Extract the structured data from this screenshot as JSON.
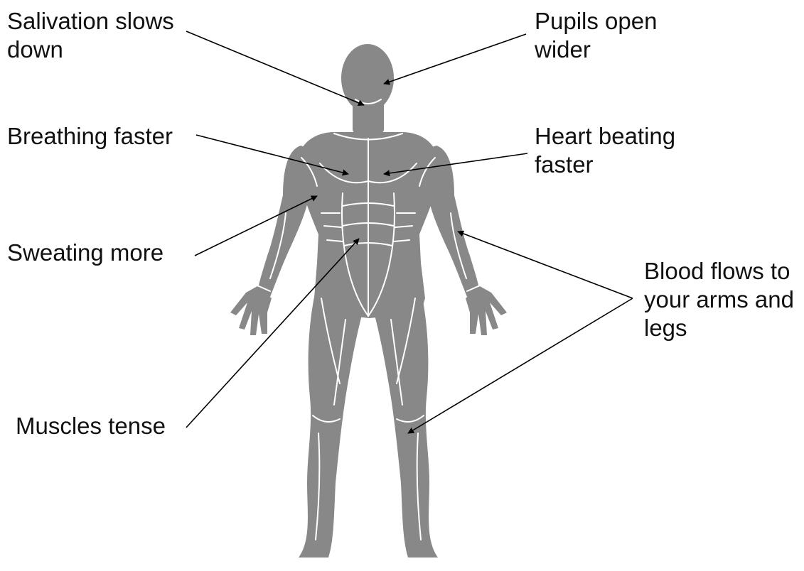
{
  "colors": {
    "figure": "#888888",
    "muscle_lines": "#ffffff",
    "leader_lines": "#000000",
    "text": "#111111",
    "background": "#ffffff"
  },
  "labels": {
    "salivation": {
      "line1": "Salivation slows",
      "line2": "down"
    },
    "pupils": {
      "line1": "Pupils open",
      "line2": "wider"
    },
    "breathing": {
      "line1": "Breathing faster"
    },
    "heart": {
      "line1": "Heart beating",
      "line2": "faster"
    },
    "sweating": {
      "line1": "Sweating more"
    },
    "blood": {
      "line1": "Blood flows to",
      "line2": "your arms and",
      "line3": "legs"
    },
    "muscles": {
      "line1": "Muscles tense"
    }
  }
}
